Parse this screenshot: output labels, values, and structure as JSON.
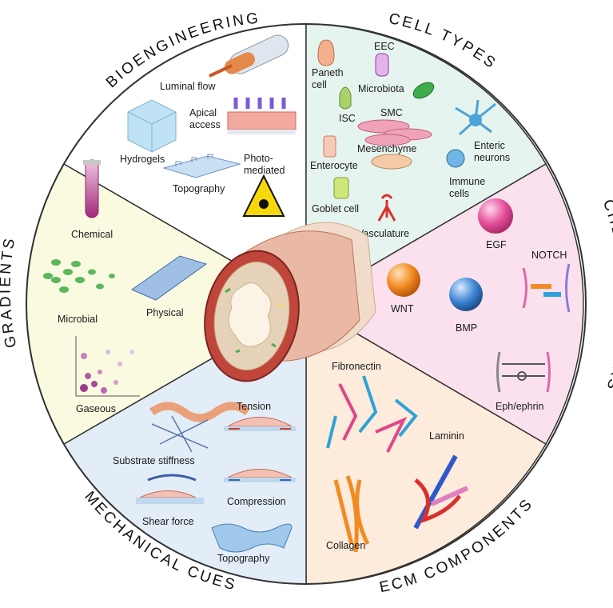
{
  "colors": {
    "bioengineering": "#ffffff",
    "cell_types": "#e6f4ef",
    "chemical_factors": "#fbe1ee",
    "ecm_components": "#fdebdc",
    "mechanical_cues": "#e3edf7",
    "gradients": "#fafae0"
  },
  "sectors": {
    "bioengineering": {
      "title": "BIOENGINEERING",
      "items": [
        "Luminal flow",
        "Apical",
        "access",
        "Hydrogels",
        "Photo-",
        "mediated",
        "Topography"
      ]
    },
    "cell_types": {
      "title": "CELL  TYPES",
      "items": [
        "Paneth",
        "cell",
        "EEC",
        "Microbiota",
        "ISC",
        "SMC",
        "Enteric",
        "neurons",
        "Enterocyte",
        "Mesenchyme",
        "Immune",
        "cells",
        "Goblet cell",
        "Vasculature"
      ]
    },
    "chemical_factors": {
      "title": "CHEMICAL FACTORS",
      "items": [
        "EGF",
        "NOTCH",
        "WNT",
        "BMP",
        "Eph/ephrin"
      ]
    },
    "ecm_components": {
      "title": "ECM COMPONENTS",
      "items": [
        "Fibronectin",
        "Laminin",
        "Collagen"
      ]
    },
    "mechanical_cues": {
      "title": "MECHANICAL CUES",
      "items": [
        "Tension",
        "Substrate stiffness",
        "Compression",
        "Shear force",
        "Topography"
      ]
    },
    "gradients": {
      "title": "GRADIENTS",
      "items": [
        "Chemical",
        "Microbial",
        "Physical",
        "Gaseous"
      ]
    }
  }
}
